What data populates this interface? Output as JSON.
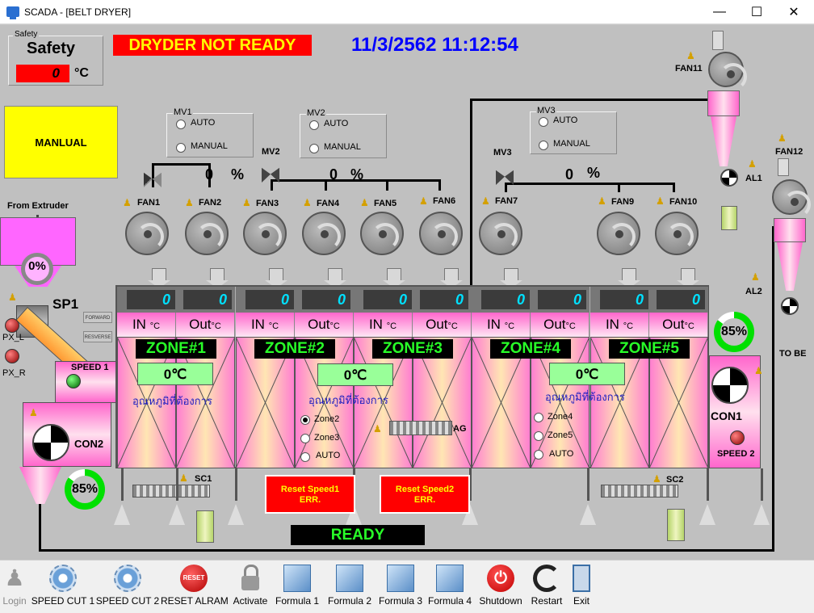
{
  "window": {
    "title": "SCADA - [BELT DRYER]",
    "min": "—",
    "max": "☐",
    "close": "✕"
  },
  "safety": {
    "small_label": "Safety",
    "title": "Safety",
    "value": "0",
    "unit": "°C"
  },
  "dryer_status": "DRYDER NOT READY",
  "datetime": "11/3/2562 11:12:54",
  "mode_box": "MANLUAL",
  "mv_groups": [
    {
      "name": "MV1",
      "auto": "AUTO",
      "manual": "MANUAL"
    },
    {
      "name": "MV2",
      "auto": "AUTO",
      "manual": "MANUAL"
    },
    {
      "name": "MV3",
      "auto": "AUTO",
      "manual": "MANUAL"
    }
  ],
  "valves": [
    {
      "name": "MV2",
      "percent": "0",
      "unit": "%"
    },
    {
      "name": "MV3",
      "percent": "0",
      "unit": "%"
    }
  ],
  "valve_left_percent": "0",
  "valve_left_unit": "%",
  "fans": [
    "FAN1",
    "FAN2",
    "FAN3",
    "FAN4",
    "FAN5",
    "FAN6",
    "FAN7",
    "FAN9",
    "FAN10"
  ],
  "fan11": "FAN11",
  "fan12": "FAN12",
  "al1": "AL1",
  "al2": "AL2",
  "to_be": "TO BE",
  "from_extruder": "From Extruder",
  "hopper_percent": "0%",
  "sp1": "SP1",
  "px_l": "PX_L",
  "px_r": "PX_R",
  "forward": "FORWARD",
  "reverse": "RESVERSE",
  "speed1": "SPEED 1",
  "speed2": "SPEED 2",
  "con1": "CON1",
  "con2": "CON2",
  "ring_left": {
    "label": "85%",
    "value": 0.85
  },
  "ring_right": {
    "label": "85%",
    "value": 0.85
  },
  "zones": [
    {
      "name": "ZONE#1",
      "in_val": "0",
      "out_val": "0",
      "in_label": "IN",
      "out_label": "Out",
      "unit": "°C"
    },
    {
      "name": "ZONE#2",
      "in_val": "0",
      "out_val": "0",
      "in_label": "IN",
      "out_label": "Out",
      "unit": "°C"
    },
    {
      "name": "ZONE#3",
      "in_val": "0",
      "out_val": "0",
      "in_label": "IN",
      "out_label": "Out",
      "unit": "°C"
    },
    {
      "name": "ZONE#4",
      "in_val": "0",
      "out_val": "0",
      "in_label": "IN",
      "out_label": "Out",
      "unit": "°C"
    },
    {
      "name": "ZONE#5",
      "in_val": "0",
      "out_val": "0",
      "in_label": "IN",
      "out_label": "Out",
      "unit": "°C"
    }
  ],
  "setpoints": [
    {
      "value": "0℃",
      "caption": "อุณหภูมิที่ต้องการ"
    },
    {
      "value": "0℃",
      "caption": "อุณหภูมิที่ต้องการ"
    },
    {
      "value": "0℃",
      "caption": "อุณหภูมิที่ต้องการ"
    }
  ],
  "zone_select_a": [
    "Zone2",
    "Zone3",
    "AUTO"
  ],
  "zone_select_b": [
    "Zone4",
    "Zone5",
    "AUTO"
  ],
  "ag": "AG",
  "sc1": "SC1",
  "sc2": "SC2",
  "reset_speed1": {
    "line1": "Reset Speed1",
    "line2": "ERR."
  },
  "reset_speed2": {
    "line1": "Reset Speed2",
    "line2": "ERR."
  },
  "ready": "READY",
  "toolbar": [
    {
      "label": "Login",
      "icon": "login-icon"
    },
    {
      "label": "SPEED CUT 1",
      "icon": "gear-icon"
    },
    {
      "label": "SPEED CUT 2",
      "icon": "gear-icon"
    },
    {
      "label": "RESET ALRAM",
      "icon": "reset-icon",
      "icon_text": "RESET"
    },
    {
      "label": "Activate",
      "icon": "lock-icon"
    },
    {
      "label": "Formula 1",
      "icon": "formula-icon"
    },
    {
      "label": "Formula 2",
      "icon": "formula-icon"
    },
    {
      "label": "Formula 3",
      "icon": "formula-icon"
    },
    {
      "label": "Formula 4",
      "icon": "formula-icon"
    },
    {
      "label": "Shutdown",
      "icon": "power-icon",
      "icon_text": "⏻"
    },
    {
      "label": "Restart",
      "icon": "restart-icon"
    },
    {
      "label": "Exit",
      "icon": "exit-icon"
    }
  ],
  "colors": {
    "alarm_red": "#ff0000",
    "status_yellow": "#ffff00",
    "lcd_cyan": "#00e0ff",
    "ok_green": "#28ff28"
  }
}
